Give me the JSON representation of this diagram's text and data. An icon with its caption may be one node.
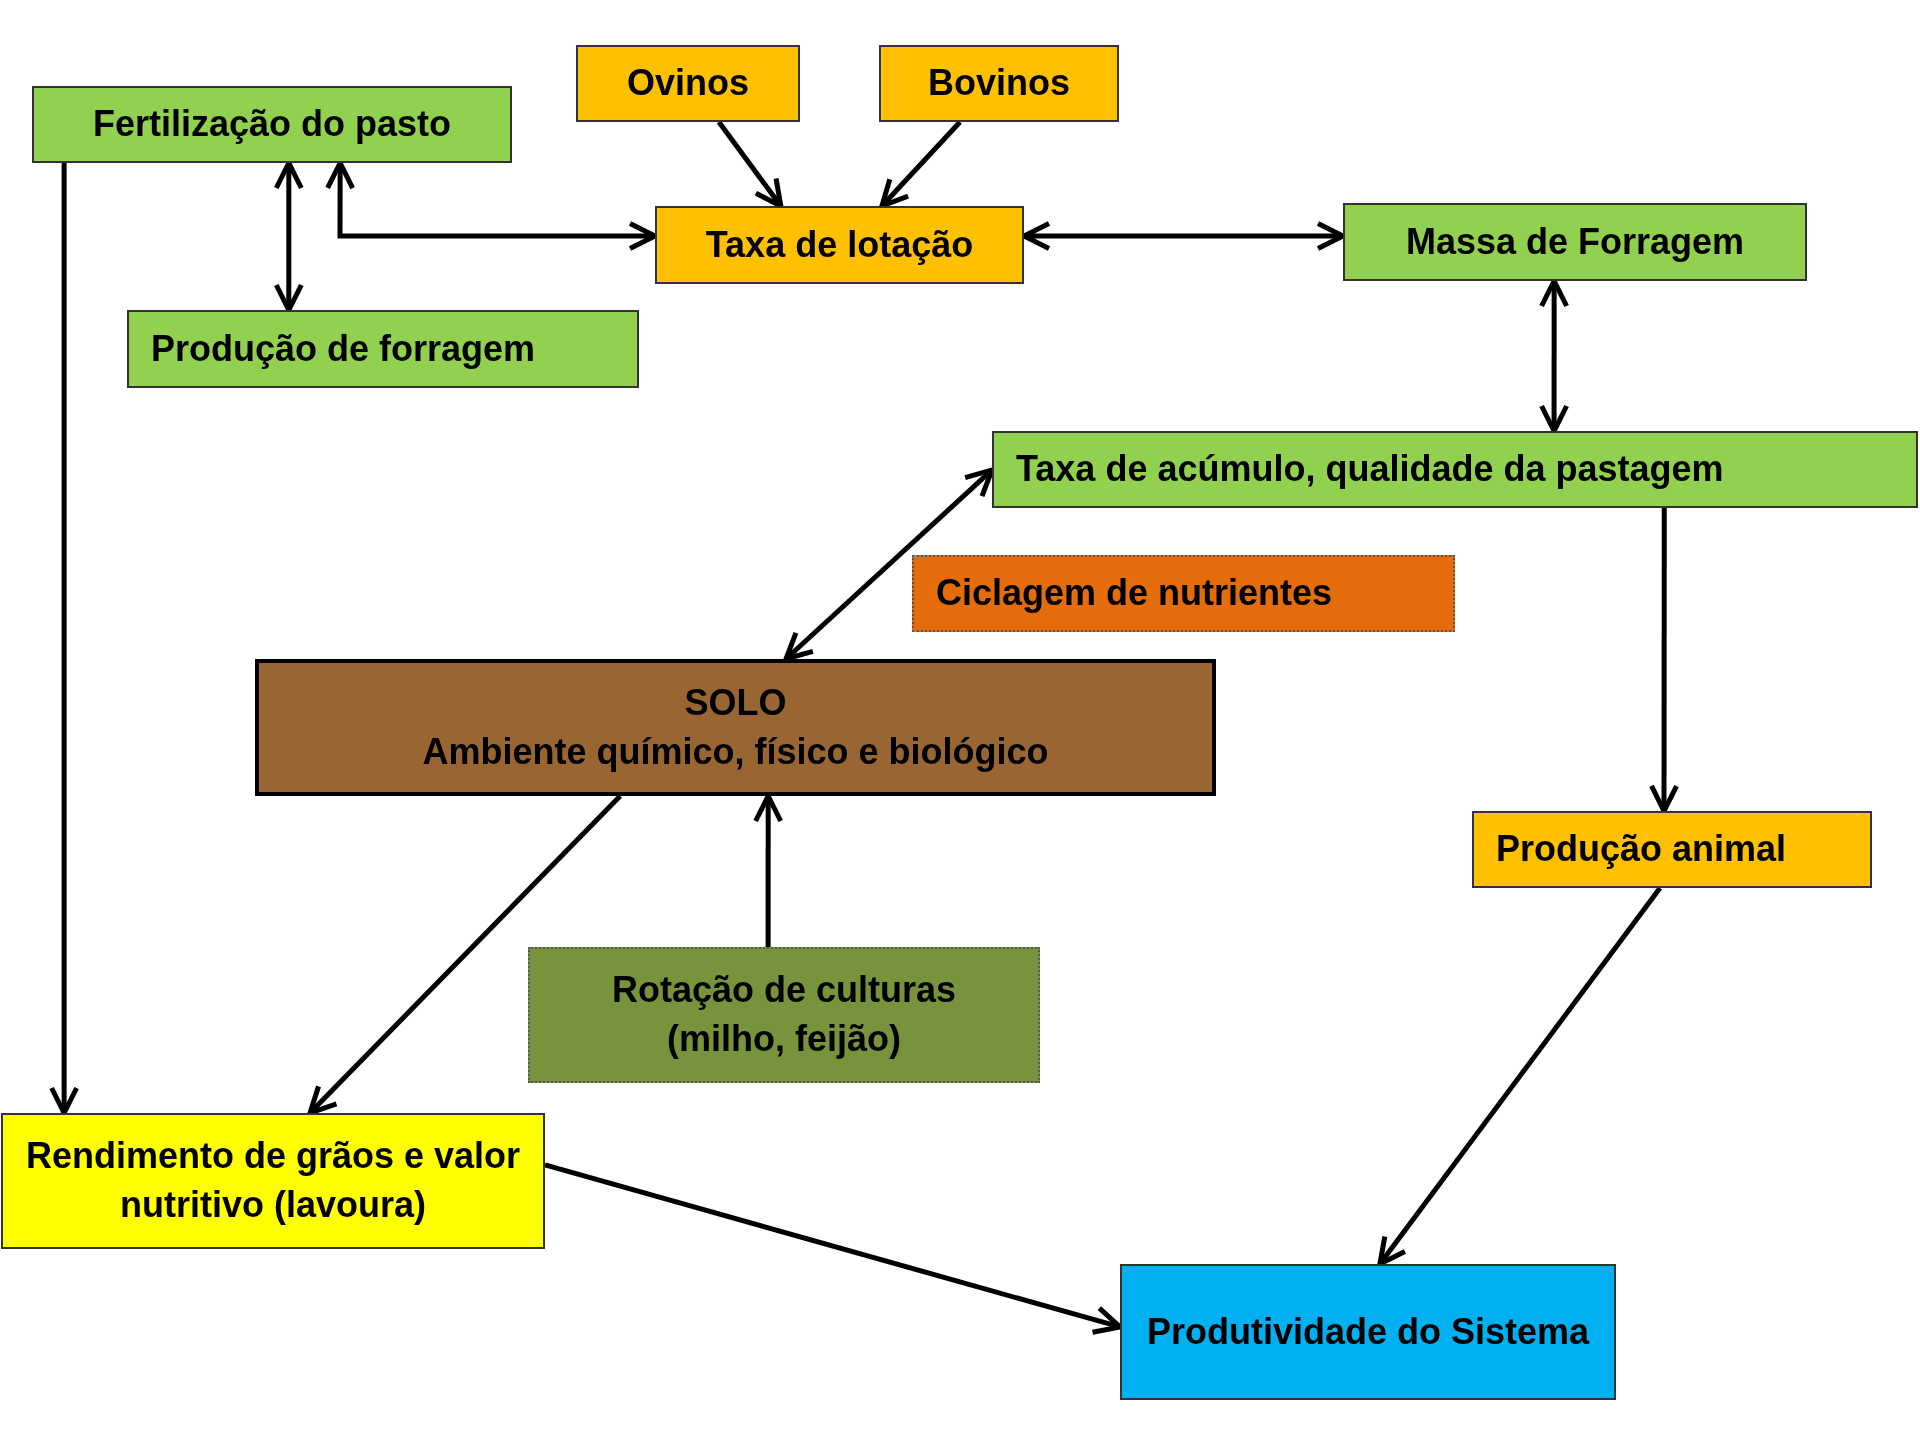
{
  "diagram": {
    "nodes": [
      {
        "text": [
          "Fertilização do pasto"
        ]
      },
      {
        "text": [
          "Ovinos"
        ]
      },
      {
        "text": [
          "Bovinos"
        ]
      },
      {
        "text": [
          "Taxa de lotação"
        ]
      },
      {
        "text": [
          "Massa de Forragem"
        ]
      },
      {
        "text": [
          "Produção de forragem"
        ]
      },
      {
        "text": [
          "Taxa de acúmulo, qualidade da pastagem"
        ]
      },
      {
        "text": [
          "Ciclagem de nutrientes"
        ]
      },
      {
        "text": [
          "SOLO",
          "Ambiente químico, físico e biológico"
        ]
      },
      {
        "text": [
          "Produção animal"
        ]
      },
      {
        "text": [
          "Rotação de culturas (milho, feijão)"
        ]
      },
      {
        "text": [
          "Rendimento de grãos e valor nutritivo (lavoura)"
        ]
      },
      {
        "text": [
          "Produtividade do Sistema"
        ]
      }
    ],
    "edges": [
      {
        "from": 1,
        "to": 3,
        "arrow": "to"
      },
      {
        "from": 2,
        "to": 3,
        "arrow": "to"
      },
      {
        "from": 0,
        "to": 5,
        "arrow": "both"
      },
      {
        "from": 0,
        "to": 3,
        "arrow": "both"
      },
      {
        "from": 3,
        "to": 4,
        "arrow": "both"
      },
      {
        "from": 4,
        "to": 6,
        "arrow": "both"
      },
      {
        "from": 6,
        "to": 8,
        "arrow": "both"
      },
      {
        "from": 6,
        "to": 9,
        "arrow": "to"
      },
      {
        "from": 0,
        "to": 11,
        "arrow": "to"
      },
      {
        "from": 8,
        "to": 11,
        "arrow": "to"
      },
      {
        "from": 10,
        "to": 8,
        "arrow": "to"
      },
      {
        "from": 11,
        "to": 12,
        "arrow": "to"
      },
      {
        "from": 9,
        "to": 12,
        "arrow": "to"
      }
    ]
  }
}
